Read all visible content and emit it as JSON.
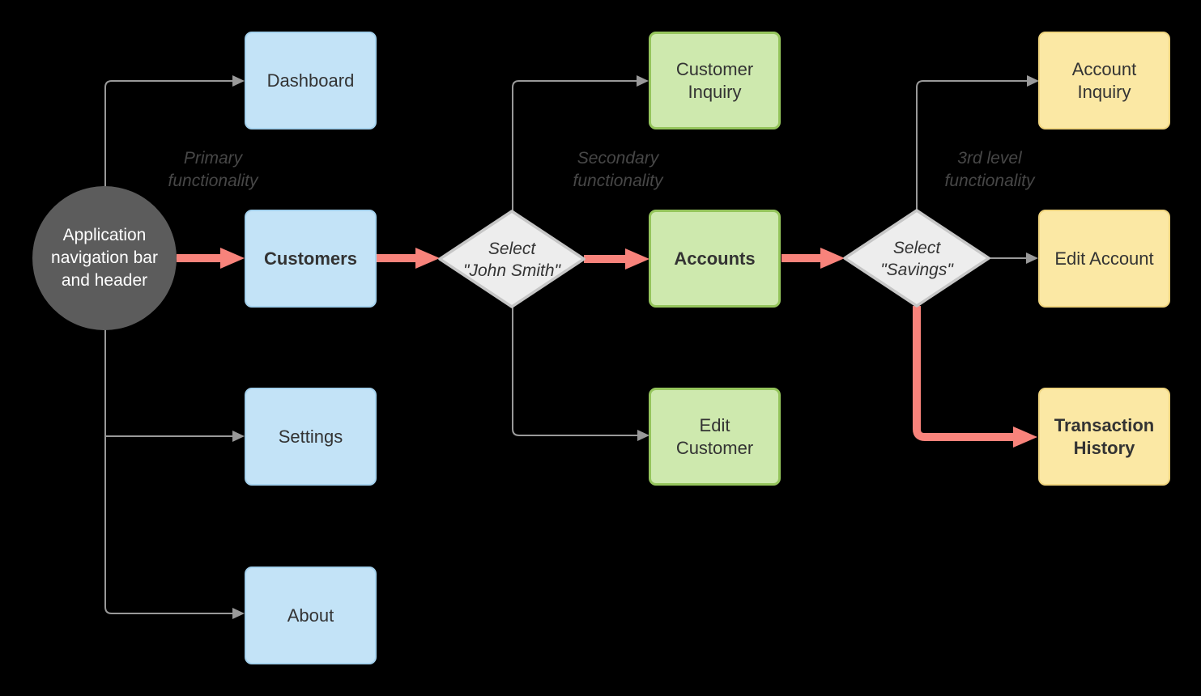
{
  "diagram": {
    "colors": {
      "canvas_bg": "#000000",
      "blue_fill": "#C3E3F7",
      "blue_border": "#A5D2EE",
      "green_fill": "#CEE9AE",
      "green_border": "#95C55C",
      "yellow_fill": "#FBE8A4",
      "yellow_border": "#F0D57F",
      "gray_line": "#999999",
      "highlight": "#F8837B",
      "circle_fill": "#5C5C5C",
      "diamond_fill": "#EDEDED",
      "diamond_border": "#C6C6C6",
      "text_dark": "#333333",
      "label_gray": "#474747"
    },
    "start": {
      "lines": [
        "Application",
        "navigation bar",
        "and header"
      ]
    },
    "levels": [
      {
        "label_lines": [
          "Primary",
          "functionality"
        ]
      },
      {
        "label_lines": [
          "Secondary",
          "functionality"
        ]
      },
      {
        "label_lines": [
          "3rd level",
          "functionality"
        ]
      }
    ],
    "nodes": {
      "dashboard": {
        "lines": [
          "Dashboard"
        ]
      },
      "customers": {
        "lines": [
          "Customers"
        ]
      },
      "settings": {
        "lines": [
          "Settings"
        ]
      },
      "about": {
        "lines": [
          "About"
        ]
      },
      "customer_inquiry": {
        "lines": [
          "Customer",
          "Inquiry"
        ]
      },
      "accounts": {
        "lines": [
          "Accounts"
        ]
      },
      "edit_customer": {
        "lines": [
          "Edit",
          "Customer"
        ]
      },
      "account_inquiry": {
        "lines": [
          "Account",
          "Inquiry"
        ]
      },
      "edit_account": {
        "lines": [
          "Edit Account"
        ]
      },
      "transaction_history": {
        "lines": [
          "Transaction",
          "History"
        ]
      }
    },
    "decisions": {
      "john_smith": {
        "lines": [
          "Select",
          "\"John Smith\""
        ]
      },
      "savings": {
        "lines": [
          "Select",
          "\"Savings\""
        ]
      }
    }
  }
}
